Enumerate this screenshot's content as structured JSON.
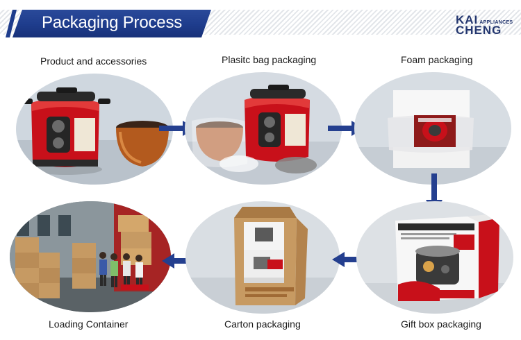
{
  "header": {
    "title": "Packaging Process",
    "logo": {
      "line1": "KAI",
      "small": "APPLIANCES",
      "line2": "CHENG"
    }
  },
  "steps": [
    {
      "label": "Product and accessories"
    },
    {
      "label": "Plasitc bag packaging"
    },
    {
      "label": "Foam packaging"
    },
    {
      "label": "Gift box packaging"
    },
    {
      "label": "Carton packaging"
    },
    {
      "label": "Loading Container"
    }
  ],
  "colors": {
    "header_blue": "#1e3c8c",
    "arrow_blue": "#243f8f",
    "cooker_red": "#c8101a"
  },
  "icons": {
    "arrows": [
      "arrow-right-icon",
      "arrow-right-icon",
      "arrow-down-icon",
      "arrow-left-icon",
      "arrow-left-icon"
    ]
  }
}
